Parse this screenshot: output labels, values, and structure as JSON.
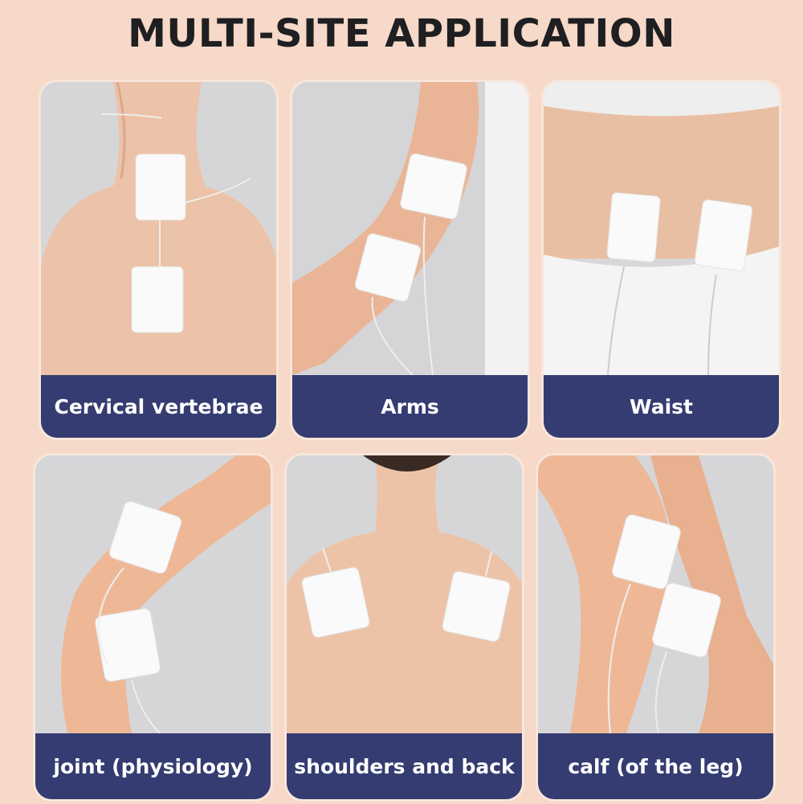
{
  "title": "MULTI-SITE APPLICATION",
  "cards": [
    {
      "label": "Cervical vertebrae"
    },
    {
      "label": "Arms"
    },
    {
      "label": "Waist"
    },
    {
      "label": "joint (physiology)"
    },
    {
      "label": "shoulders and back"
    },
    {
      "label": "calf (of the leg)"
    }
  ]
}
